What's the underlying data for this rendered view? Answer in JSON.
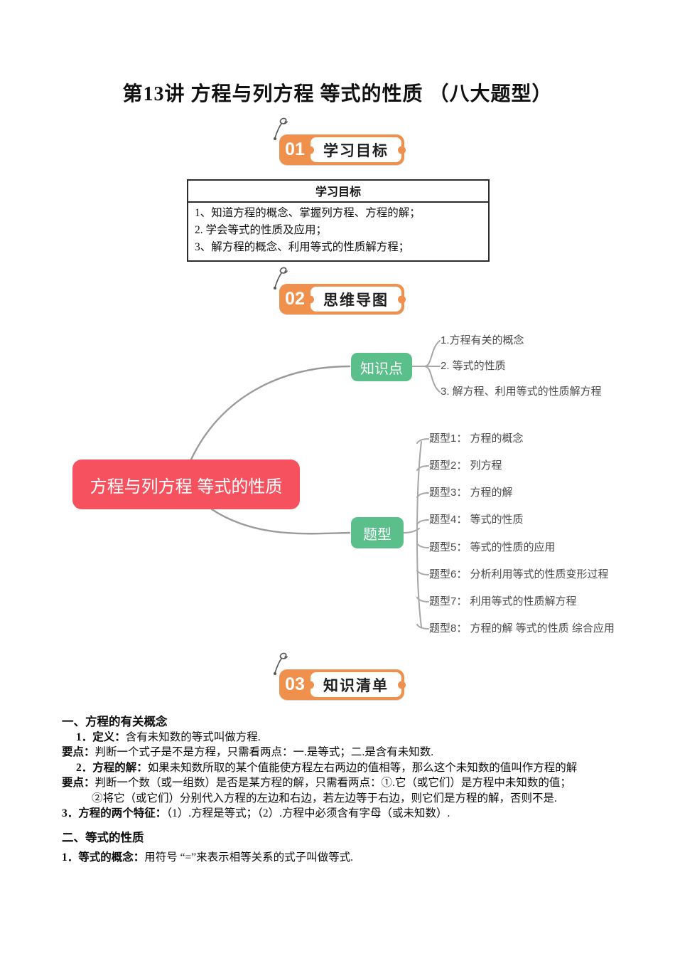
{
  "page": {
    "title": "第13讲 方程与列方程 等式的性质 （八大题型）"
  },
  "sections": [
    {
      "num": "01",
      "label": "学习目标"
    },
    {
      "num": "02",
      "label": "思维导图"
    },
    {
      "num": "03",
      "label": "知识清单"
    }
  ],
  "goals_table": {
    "header": "学习目标",
    "rows": [
      "1、知道方程的概念、掌握列方程、方程的解；",
      "2.  学会等式的性质及应用；",
      "3、解方程的概念、利用等式的性质解方程；"
    ]
  },
  "mindmap": {
    "root": "方程与列方程 等式的性质",
    "knowledge": {
      "label": "知识点",
      "items": [
        "1.方程有关的概念",
        "2. 等式的性质",
        "3. 解方程、利用等式的性质解方程"
      ]
    },
    "types": {
      "label": "题型",
      "items": [
        "题型1： 方程的概念",
        "题型2： 列方程",
        "题型3： 方程的解",
        "题型4： 等式的性质",
        "题型5： 等式的性质的应用",
        "题型6： 分析利用等式的性质变形过程",
        "题型7： 利用等式的性质解方程",
        "题型8： 方程的解 等式的性质 综合应用"
      ]
    }
  },
  "knowledge_list": {
    "section1_title": "一、方程的有关概念",
    "lines": [
      {
        "b": "1．定义：",
        "t": "含有未知数的等式叫做方程."
      },
      {
        "b": "要点：",
        "t": "判断一个式子是不是方程，只需看两点：一.是等式；二.是含有未知数."
      },
      {
        "b": "2．方程的解：",
        "t": "如果未知数所取的某个值能使方程左右两边的值相等，那么这个未知数的值叫作方程的解"
      },
      {
        "b": "要点：",
        "t": "判断一个数（或一组数）是否是某方程的解，只需看两点：①.它（或它们）是方程中未知数的值；"
      },
      {
        "b": "",
        "t": "②将它（或它们）分别代入方程的左边和右边，若左边等于右边，则它们是方程的解，否则不是."
      },
      {
        "b": "3．方程的两个特征：",
        "t": "（1）.方程是等式；（2）.方程中必须含有字母（或未知数）."
      }
    ],
    "section2_title": "二、等式的性质",
    "section2_lines": [
      {
        "b": "1．等式的概念：",
        "t": "用符号 “=”来表示相等关系的式子叫做等式."
      }
    ]
  },
  "colors": {
    "accent_orange": "#f0904d",
    "root_node_red": "#f6515f",
    "branch_node_green": "#5bbf8b",
    "connector_gray": "#a6a6a6"
  }
}
